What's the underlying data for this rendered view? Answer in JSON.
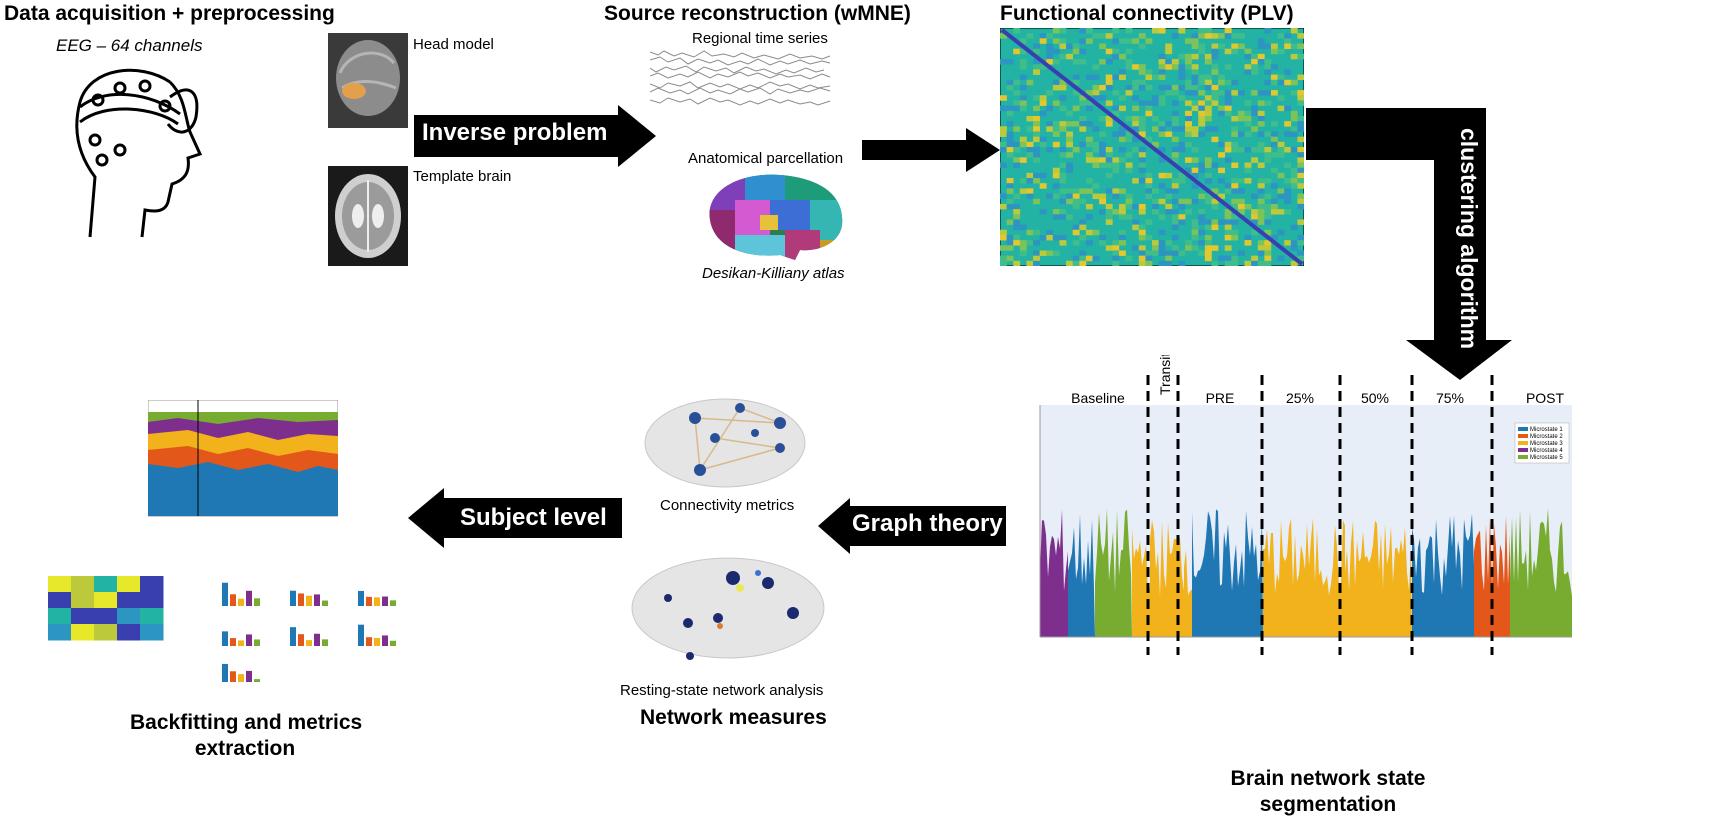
{
  "sections": {
    "acquisition": {
      "title": "Data acquisition + preprocessing",
      "subtitle": "EEG – 64 channels"
    },
    "source": {
      "title": "Source reconstruction (wMNE)",
      "head_model": "Head model",
      "template_brain": "Template brain",
      "time_series": "Regional time series",
      "parcellation": "Anatomical parcellation",
      "atlas": "Desikan-Killiany atlas"
    },
    "connectivity": {
      "title": "Functional connectivity (PLV)"
    },
    "segmentation": {
      "title_line1": "Brain network state",
      "title_line2": "segmentation"
    },
    "network": {
      "title": "Network measures",
      "connectivity_metrics": "Connectivity metrics",
      "resting_state": "Resting-state network analysis"
    },
    "backfitting": {
      "title_line1": "Backfitting and metrics",
      "title_line2": "extraction"
    }
  },
  "arrows": {
    "inverse": "Inverse problem",
    "clustering": "clustering algorithm",
    "graph": "Graph theory",
    "subject": "Subject level"
  },
  "segments": {
    "labels": [
      "Baseline",
      "Transition",
      "PRE",
      "25%",
      "50%",
      "75%",
      "POST"
    ]
  },
  "legend": [
    "Microstate 1",
    "Microstate 2",
    "Microstate 3",
    "Microstate 4",
    "Microstate 5"
  ],
  "colors": {
    "ms1": "#1f77b4",
    "ms2": "#e4571a",
    "ms3": "#f2b21b",
    "ms4": "#7e2f8e",
    "ms5": "#77ac30",
    "plv_bg": "#22b3a4",
    "plv_diag": "#3a3fb0"
  }
}
